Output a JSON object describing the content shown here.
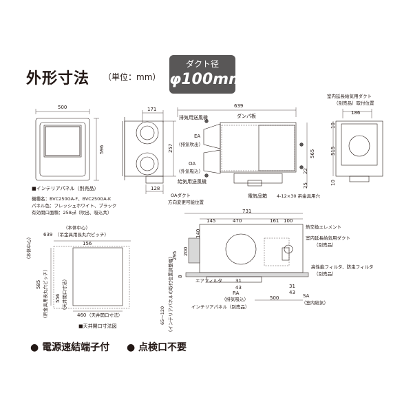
{
  "header": {
    "title": "外形寸法",
    "unit": "（単位：mm）",
    "duct_badge_label": "ダクト径",
    "duct_badge_value": "φ100mm"
  },
  "dimensions": {
    "d500": "500",
    "d596": "596",
    "d171": "171",
    "d639": "639",
    "d257": "257",
    "d128": "128",
    "d565": "565",
    "d515": "515",
    "d10a": "10",
    "d10b": "10",
    "d186": "186",
    "d22": "22",
    "d25": "25",
    "d731": "731",
    "d145": "145",
    "d470": "470",
    "d161": "161",
    "d100": "100",
    "d140": "140",
    "d295": "295",
    "d200": "200",
    "d8": "8",
    "d31a": "31",
    "d43a": "43",
    "d31b": "31",
    "d43b": "43",
    "d500b": "500",
    "d65120": "65～120",
    "d639b": "639",
    "d156": "156",
    "d460": "460",
    "d585": "585",
    "d556": "556"
  },
  "labels": {
    "interior_panel": "■インテリアパネル（別売品）",
    "model": "機種名：BVC250GA-F、BVC250GA-K",
    "panel_color": "パネル色：フレッシュホワイト、ブラック",
    "effective_opening": "有効開口面積：258㎠（吹出、吸込共）",
    "exhaust_fan": "排気用送風機",
    "damper": "ダンパ板",
    "ea": "EA",
    "ea_sub": "（排気吹出）",
    "oa": "OA",
    "oa_sub": "（外気吸込）",
    "supply_fan": "給気用送風機",
    "electrical_box": "電気品箱",
    "hanger_holes": "4-12×30 吊金具用穴",
    "oa_duct": "OAダクト",
    "direction_change": "方向変更可能位置",
    "indoor_duct": "室内延長給気用ダクト",
    "indoor_duct_sub": "（別売品）取付位置",
    "heat_exchange": "熱交換エレメント",
    "indoor_duct2": "室内延長給気用ダクト",
    "sold_separately": "（別売品）",
    "hp_filter": "高性能フィルタ、防虫フィルタ",
    "sold_separately2": "（別売品）",
    "air_filter": "エアフィルタ",
    "ra": "RA",
    "ra_sub": "（排気吸込）",
    "interior_panel_opt": "インテリアパネル（別売品）",
    "sa": "SA",
    "sa_sub": "（室内給気）",
    "body_center": "（本体中心）",
    "hanger_center": "（吊金具用長丸穴ピッチ）",
    "body_center_v": "（本体中心）",
    "hanger_pitch_v": "（吊金具用長丸穴ピッチ）",
    "ceiling_opening_v": "（天井開口寸法）",
    "ceiling_opening_h": "（天井開口寸法）",
    "ceiling_diagram": "■天井開口寸法図",
    "panel_adjust": "（インテリアパネルの取付位置調整幅）"
  },
  "footer": {
    "item1": "● 電源速結端子付",
    "item2": "● 点検口不要"
  },
  "colors": {
    "badge": "#595757",
    "ink": "#231815",
    "fill": "#d8d8d8"
  }
}
